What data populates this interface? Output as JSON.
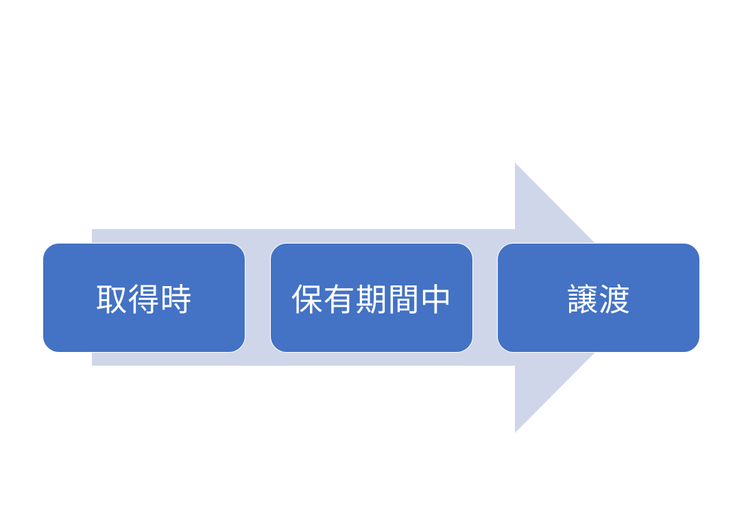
{
  "diagram": {
    "arrow_color": "#d0d6ea",
    "box_color": "#4472c4",
    "text_color": "#ffffff",
    "steps": [
      {
        "label": "取得時"
      },
      {
        "label": "保有期間中"
      },
      {
        "label": "譲渡"
      }
    ]
  }
}
